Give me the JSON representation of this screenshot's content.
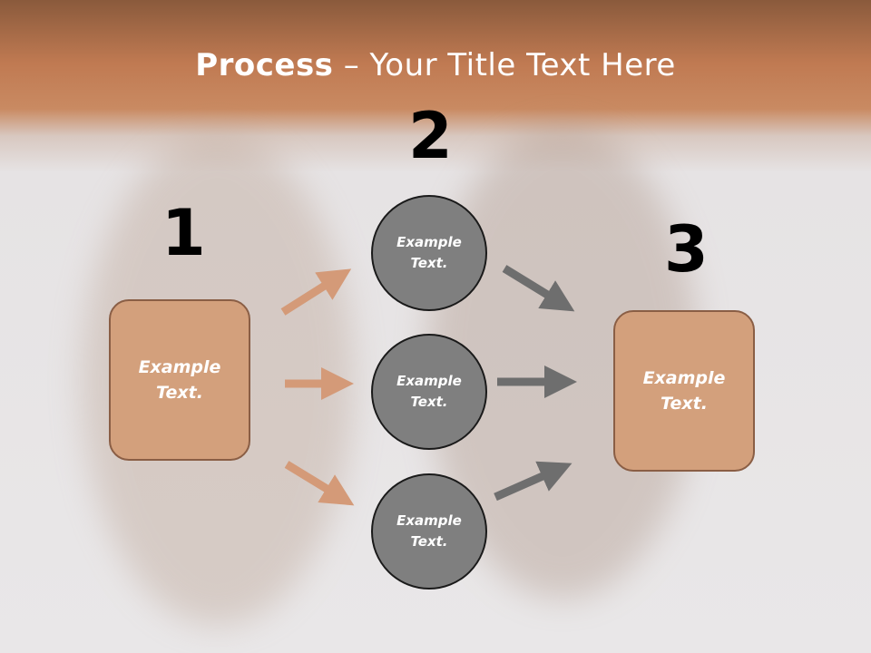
{
  "title": {
    "strong": "Process",
    "rest": " – Your Title Text Here"
  },
  "steps": [
    {
      "number": "1",
      "label": "Example Text."
    },
    {
      "number": "2",
      "label": "Example Text."
    },
    {
      "number": "3",
      "label": "Example Text."
    }
  ],
  "circles": [
    {
      "label": "Example\nText."
    },
    {
      "label": "Example\nText."
    },
    {
      "label": "Example\nText."
    }
  ],
  "colors": {
    "header": "#c07a52",
    "box_fill": "#d3a07c",
    "box_border": "#8a5e45",
    "circle_fill": "#7f7f7f",
    "arrow_orange": "#d49a78",
    "arrow_gray": "#6e6e6e"
  }
}
